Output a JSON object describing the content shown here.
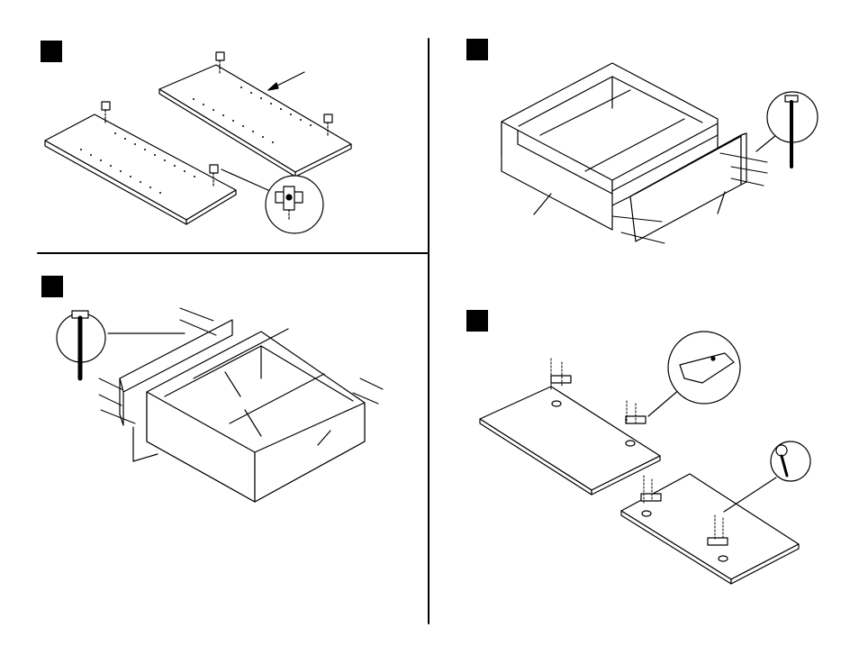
{
  "sheet": {
    "type": "assembly-instructions",
    "colors": {
      "ink": "#000000",
      "panel": "#ffffff",
      "shade": "#d8d8d8"
    }
  },
  "steps": [
    {
      "marker": "filled-square",
      "illustration": "two-side-panels-with-cam-dowels-and-hinge-plate-detail"
    },
    {
      "marker": "filled-square",
      "illustration": "open-box-with-front-panel-and-screws"
    },
    {
      "marker": "filled-square",
      "illustration": "box-assembly-with-side-panel-and-screw-detail"
    },
    {
      "marker": "filled-square",
      "illustration": "two-doors-with-hinges-and-hinge-screw-detail"
    }
  ],
  "icons": [
    "hinge-plate-icon",
    "screw-detail-icon",
    "hinge-icon",
    "wood-screw-icon"
  ]
}
